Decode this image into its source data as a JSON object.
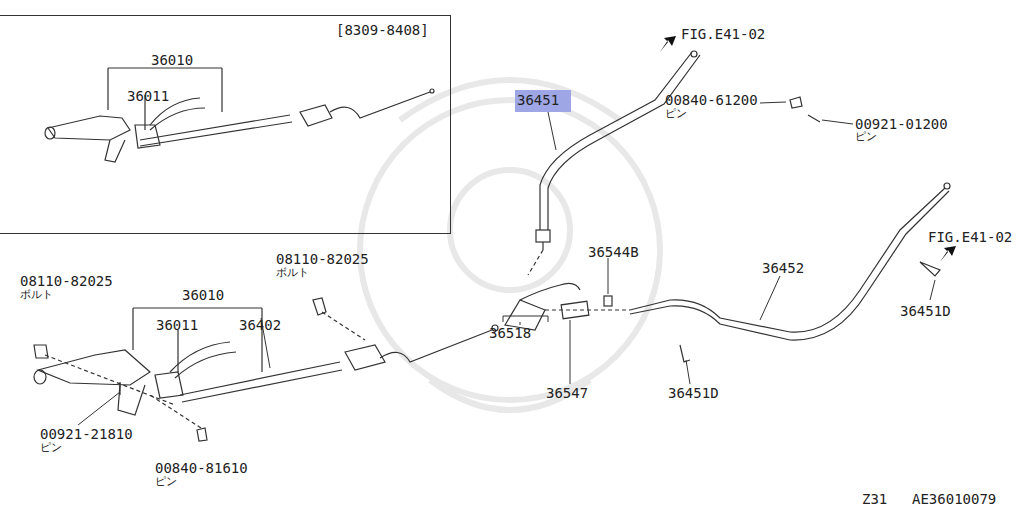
{
  "diagram": {
    "nodes": [
      {
        "text": [
          "[8309-8408]",
          "36010",
          "36011"
        ]
      },
      {
        "text": [
          "36451"
        ]
      }
    ],
    "labels": [
      "FIG.E41-02",
      "00840-61200",
      "ピン",
      "00921-01200",
      "ピン",
      "FIG.E41-02",
      "36544B",
      "36452",
      "36451D",
      "36518",
      "36547",
      "36451D",
      "08110-82025",
      "ボルト",
      "08110-82025",
      "ボルト",
      "36010",
      "36011",
      "36402",
      "00921-21810",
      "ピン",
      "00840-81610",
      "ピン",
      "Z31",
      "AE36010079"
    ]
  }
}
